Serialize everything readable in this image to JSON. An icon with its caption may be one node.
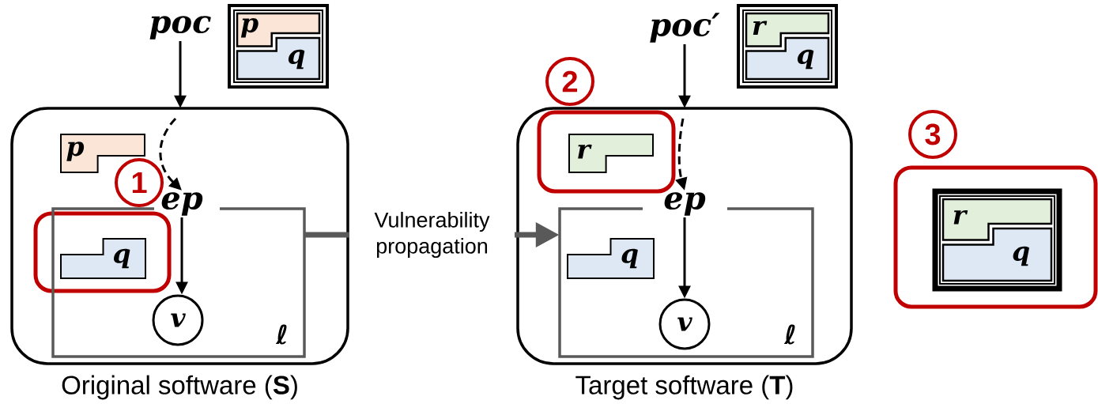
{
  "diagram": {
    "nodes": [
      {
        "text": [
          "Original software (**S**)"
        ]
      },
      {
        "text": [
          "poc"
        ]
      },
      {
        "text": [
          "p",
          "q"
        ]
      },
      {
        "text": [
          "p"
        ],
        "in": 0
      },
      {
        "text": [
          "1"
        ],
        "in": 0
      },
      {
        "text": [
          "ep"
        ],
        "in": 0
      },
      {
        "text": [],
        "shape": "box",
        "in": 0
      },
      {
        "text": [
          "ℓ"
        ],
        "in": 0
      },
      {
        "text": [
          "q"
        ],
        "in": 6
      },
      {
        "text": [
          "v"
        ],
        "in": 7
      },
      {
        "text": [
          "Target software (**T**)"
        ]
      },
      {
        "text": [
          "poc′"
        ]
      },
      {
        "text": [
          "r",
          "q"
        ]
      },
      {
        "text": [
          "2"
        ]
      },
      {
        "text": [],
        "shape": "box",
        "in": 10
      },
      {
        "text": [
          "r"
        ],
        "in": 14
      },
      {
        "text": [
          "ep"
        ],
        "in": 10
      },
      {
        "text": [
          "ℓ"
        ],
        "in": 10
      },
      {
        "text": [
          "q"
        ],
        "in": 17
      },
      {
        "text": [
          "v"
        ],
        "in": 17
      },
      {
        "text": [
          "3"
        ]
      },
      {
        "text": [],
        "shape": "box"
      },
      {
        "text": [
          "r",
          "q"
        ],
        "in": 21
      }
    ],
    "edges": [
      {
        "from": 1,
        "to": 0,
        "arrow": "to"
      },
      {
        "from": null,
        "to": 5,
        "arrow": "to",
        "style": "dashed"
      },
      {
        "from": 5,
        "to": 9,
        "arrow": "to"
      },
      {
        "from": 7,
        "to": 17,
        "arrow": "to",
        "label": "Vulnerability propagation",
        "style": "thick",
        "color": "#595959"
      },
      {
        "from": 11,
        "to": 10,
        "arrow": "to"
      },
      {
        "from": null,
        "to": 16,
        "arrow": "to",
        "style": "dashed"
      },
      {
        "from": 16,
        "to": 19,
        "arrow": "to"
      }
    ]
  }
}
